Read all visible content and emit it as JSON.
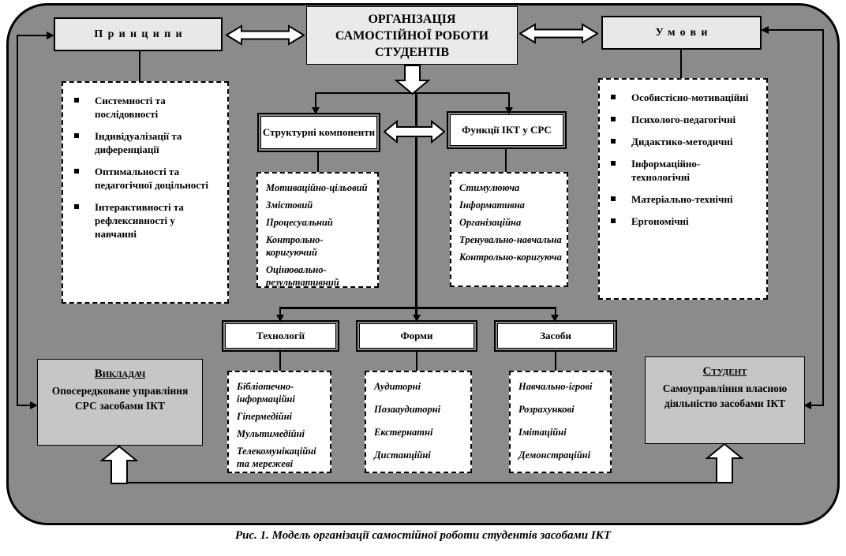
{
  "title": {
    "lines": [
      "ОРГАНІЗАЦІЯ",
      "САМОСТІЙНОЇ РОБОТИ",
      "СТУДЕНТІВ"
    ]
  },
  "principles": {
    "label": "Принципи",
    "items": [
      "Системності та послідовності",
      "Індивідуалізації та диференціації",
      "Оптимальності та педагогічної доцільності",
      "Інтерактивності та рефлексивності у навчанні"
    ]
  },
  "conditions": {
    "label": "Умови",
    "items": [
      "Особистісно-мотиваційні",
      "Психолого-педагогічні",
      "Дидактико-методичні",
      "Інформаційно-технологічні",
      "Матеріально-технічні",
      "Ергономічні"
    ]
  },
  "structural": {
    "label": "Структурні компоненти",
    "items": [
      "Мотиваційно-цільовий",
      "Змістовий",
      "Процесуальний",
      "Контрольно-коригуючий",
      "Оцінювально-результативний"
    ]
  },
  "functions": {
    "label": "Функції ІКТ у СРС",
    "items": [
      "Стимулююча",
      "Інформативна",
      "Організаційна",
      "Тренувально-навчальна",
      "Контрольно-коригуюча"
    ]
  },
  "technologies": {
    "label": "Технології",
    "items": [
      "Бібліотечно-інформаційні",
      "Гіпермедійні",
      "Мультимедійні",
      "Телекомунікаційні та мережеві"
    ]
  },
  "forms": {
    "label": "Форми",
    "items": [
      "Аудиторні",
      "Позааудиторні",
      "Екстернатні",
      "Дистанційні"
    ]
  },
  "means": {
    "label": "Засоби",
    "items": [
      "Навчально-ігрові",
      "Розрахункові",
      "Імітаційні",
      "Демонстраційні"
    ]
  },
  "teacher": {
    "title": "Викладач",
    "text": "Опосередковане управління СРС засобами ІКТ"
  },
  "student": {
    "title": "Студент",
    "text": "Самоуправління власною діяльністю засобами ІКТ"
  },
  "caption": "Рис. 1. Модель організації самостійної роботи студентів засобами ІКТ",
  "colors": {
    "canvas_bg": "#8b8b8b",
    "panel_light": "#e8e8e8",
    "panel_gray": "#c6c6c6",
    "box_white": "#ffffff",
    "line": "#000000"
  }
}
